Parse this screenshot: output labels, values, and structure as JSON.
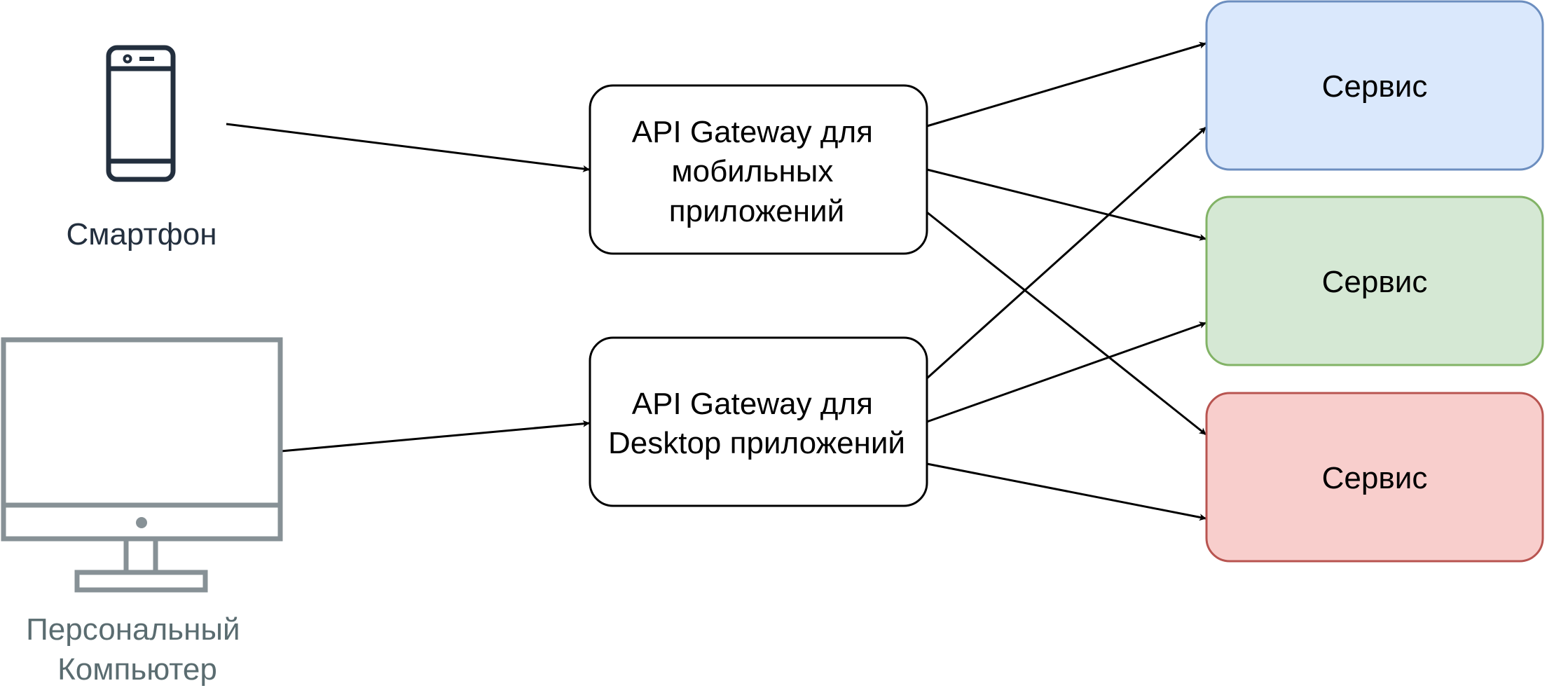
{
  "devices": {
    "smartphone": {
      "icon": "smartphone-icon",
      "label": "Смартфон",
      "color": "#232f3e"
    },
    "pc": {
      "icon": "desktop-computer-icon",
      "label_lines": [
        "Персональный",
        "Компьютер"
      ],
      "color": "#5a6c70",
      "icon_color": "#879196"
    }
  },
  "gateways": {
    "mobile": {
      "label_lines": [
        "API Gateway для",
        "мобильных",
        "приложений"
      ]
    },
    "desktop": {
      "label_lines": [
        "API Gateway для",
        "Desktop приложений"
      ]
    }
  },
  "services": [
    {
      "label": "Сервис",
      "fill": "#dae8fc",
      "stroke": "#6c8ebf"
    },
    {
      "label": "Сервис",
      "fill": "#d5e8d4",
      "stroke": "#82b366"
    },
    {
      "label": "Сервис",
      "fill": "#f8cecc",
      "stroke": "#b85450"
    }
  ],
  "connections": [
    {
      "from": "smartphone",
      "to": "gateway-mobile"
    },
    {
      "from": "pc",
      "to": "gateway-desktop"
    },
    {
      "from": "gateway-mobile",
      "to": "service-1"
    },
    {
      "from": "gateway-mobile",
      "to": "service-2"
    },
    {
      "from": "gateway-mobile",
      "to": "service-3"
    },
    {
      "from": "gateway-desktop",
      "to": "service-1"
    },
    {
      "from": "gateway-desktop",
      "to": "service-2"
    },
    {
      "from": "gateway-desktop",
      "to": "service-3"
    }
  ]
}
